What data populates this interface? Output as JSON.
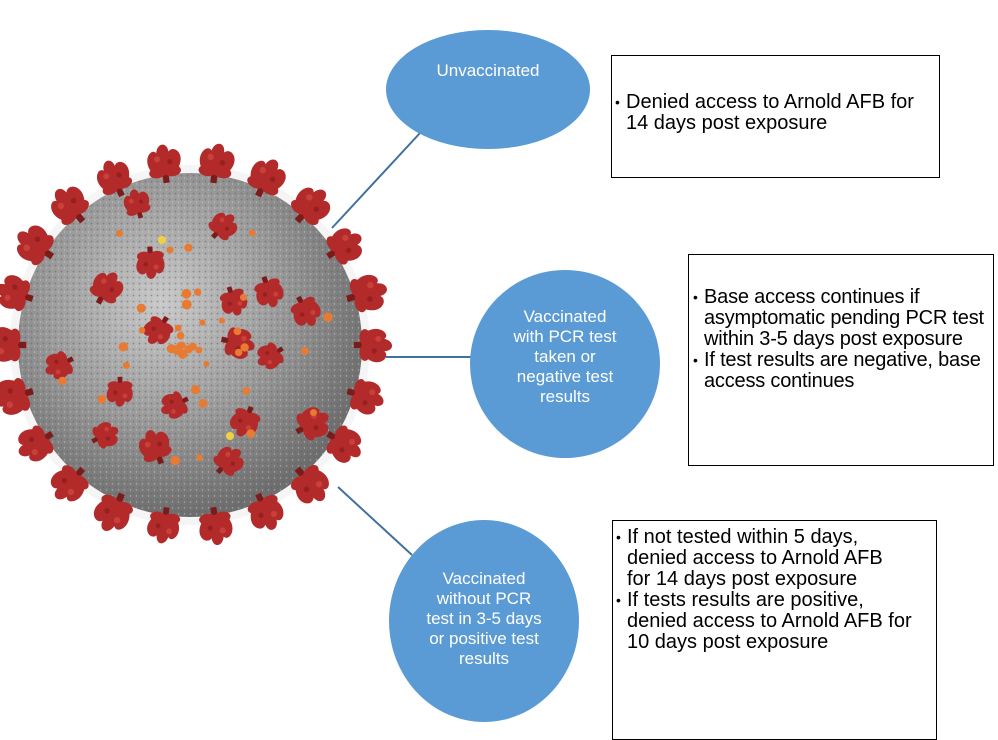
{
  "accent_color": "#5B9BD5",
  "line_color": "#41719C",
  "virus_image": {
    "icon": "coronavirus-illustration-icon",
    "body_color": "#9A9A9A",
    "spike_color": "#B22A2A",
    "protein_color": "#E87A32"
  },
  "nodes": [
    {
      "label": "Unvaccinated",
      "details": [
        "Denied access to Arnold AFB for 14 days post exposure"
      ]
    },
    {
      "label": "Vaccinated with PCR test taken or negative test results",
      "label_lines": [
        "Vaccinated",
        "with PCR test",
        "taken or",
        "negative test",
        "results"
      ],
      "details": [
        "Base access continues if asymptomatic pending PCR test within 3-5 days post exposure",
        "If test results are negative, base access continues"
      ]
    },
    {
      "label": "Vaccinated without PCR test in 3-5 days or positive test results",
      "label_lines": [
        "Vaccinated",
        "without PCR",
        "test in 3-5 days",
        "or positive test",
        "results"
      ],
      "details": [
        "If not tested within 5 days, denied access to Arnold AFB for 14 days post exposure",
        "If tests results are positive, denied access to Arnold AFB for 10 days post exposure"
      ]
    }
  ]
}
